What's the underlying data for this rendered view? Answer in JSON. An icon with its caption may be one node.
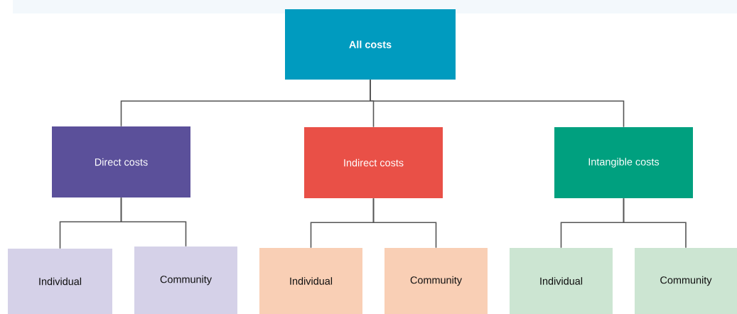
{
  "diagram": {
    "nodes": [
      {
        "text": [
          "All costs"
        ]
      },
      {
        "text": [
          "Direct costs"
        ]
      },
      {
        "text": [
          "Indirect costs"
        ]
      },
      {
        "text": [
          "Intangible costs"
        ]
      },
      {
        "text": [
          "Individual"
        ]
      },
      {
        "text": [
          "Community"
        ]
      },
      {
        "text": [
          "Individual"
        ]
      },
      {
        "text": [
          "Community"
        ]
      },
      {
        "text": [
          "Individual"
        ]
      },
      {
        "text": [
          "Community"
        ]
      }
    ],
    "edges": [
      {
        "from": 0,
        "to": 1,
        "arrow": "none"
      },
      {
        "from": 0,
        "to": 2,
        "arrow": "none"
      },
      {
        "from": 0,
        "to": 3,
        "arrow": "none"
      },
      {
        "from": 1,
        "to": 4,
        "arrow": "none"
      },
      {
        "from": 1,
        "to": 5,
        "arrow": "none"
      },
      {
        "from": 2,
        "to": 6,
        "arrow": "none"
      },
      {
        "from": 2,
        "to": 7,
        "arrow": "none"
      },
      {
        "from": 3,
        "to": 8,
        "arrow": "none"
      },
      {
        "from": 3,
        "to": 9,
        "arrow": "none"
      }
    ]
  }
}
